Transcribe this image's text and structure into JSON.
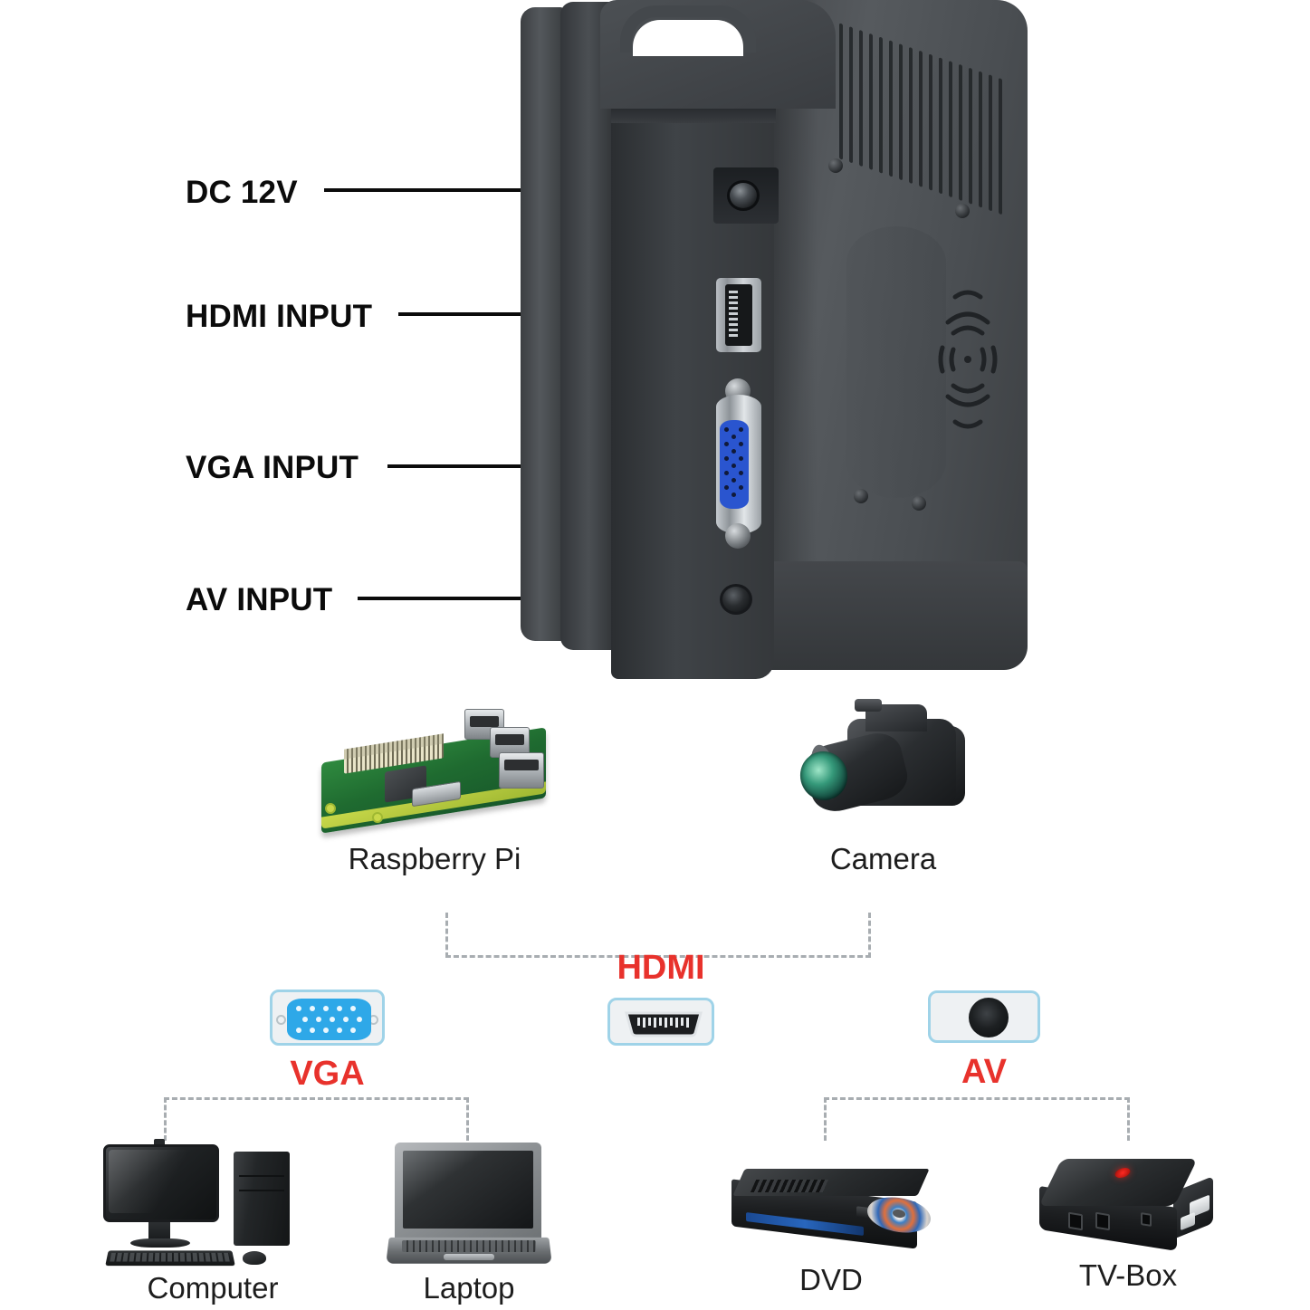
{
  "diagram": {
    "title": "Monitor Input Connectivity Diagram",
    "accent_red": "#e8322c",
    "leader_color": "#0b0b0b",
    "bracket_color": "#a8adb1"
  },
  "port_callouts": [
    {
      "id": "dc",
      "label": "DC 12V",
      "icon": "dc-barrel-jack-icon"
    },
    {
      "id": "hdmi",
      "label": "HDMI INPUT",
      "icon": "hdmi-port-icon"
    },
    {
      "id": "vga",
      "label": "VGA INPUT",
      "icon": "vga-port-icon"
    },
    {
      "id": "av",
      "label": "AV INPUT",
      "icon": "av-jack-icon"
    }
  ],
  "product": {
    "name": "monitor-rear-view",
    "description": "Rear three-quarter view of a portable monitor showing side input panel"
  },
  "hdmi_sources": [
    {
      "id": "raspberry-pi",
      "label": "Raspberry Pi"
    },
    {
      "id": "camera",
      "label": "Camera"
    }
  ],
  "connectors": [
    {
      "id": "vga",
      "label": "VGA",
      "icon": "vga-connector-icon"
    },
    {
      "id": "hdmi",
      "label": "HDMI",
      "icon": "hdmi-connector-icon"
    },
    {
      "id": "av",
      "label": "AV",
      "icon": "av-connector-icon"
    }
  ],
  "vga_sources": [
    {
      "id": "computer",
      "label": "Computer"
    },
    {
      "id": "laptop",
      "label": "Laptop"
    }
  ],
  "av_sources": [
    {
      "id": "dvd",
      "label": "DVD"
    },
    {
      "id": "tv-box",
      "label": "TV-Box"
    }
  ]
}
